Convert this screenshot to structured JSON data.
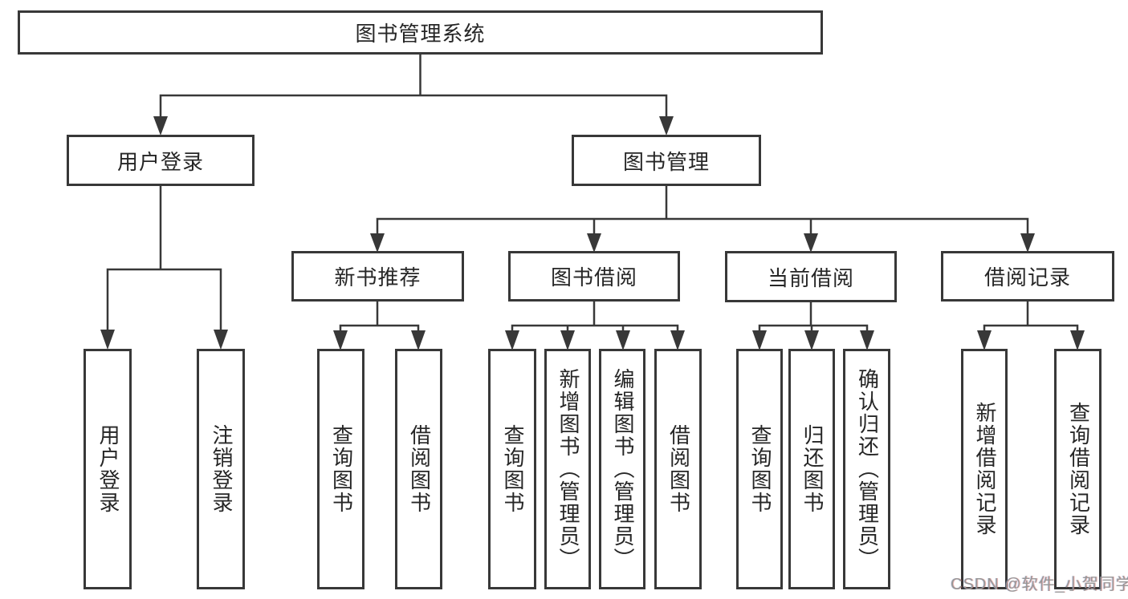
{
  "watermark": "CSDN @软件_小贺同学",
  "colors": {
    "line": "#383838",
    "node_border": "#383838",
    "text": "#262626",
    "watermark": "#979797"
  },
  "tree": {
    "root": "图书管理系统",
    "children": [
      {
        "label": "用户登录",
        "children": [
          {
            "label": "用户登录"
          },
          {
            "label": "注销登录"
          }
        ]
      },
      {
        "label": "图书管理",
        "children": [
          {
            "label": "新书推荐",
            "children": [
              {
                "label": "查询图书"
              },
              {
                "label": "借阅图书"
              }
            ]
          },
          {
            "label": "图书借阅",
            "children": [
              {
                "label": "查询图书"
              },
              {
                "label": "新增图书（管理员）"
              },
              {
                "label": "编辑图书（管理员）"
              },
              {
                "label": "借阅图书"
              }
            ]
          },
          {
            "label": "当前借阅",
            "children": [
              {
                "label": "查询图书"
              },
              {
                "label": "归还图书"
              },
              {
                "label": "确认归还（管理员）"
              }
            ]
          },
          {
            "label": "借阅记录",
            "children": [
              {
                "label": "新增借阅记录"
              },
              {
                "label": "查询借阅记录"
              }
            ]
          }
        ]
      }
    ]
  }
}
